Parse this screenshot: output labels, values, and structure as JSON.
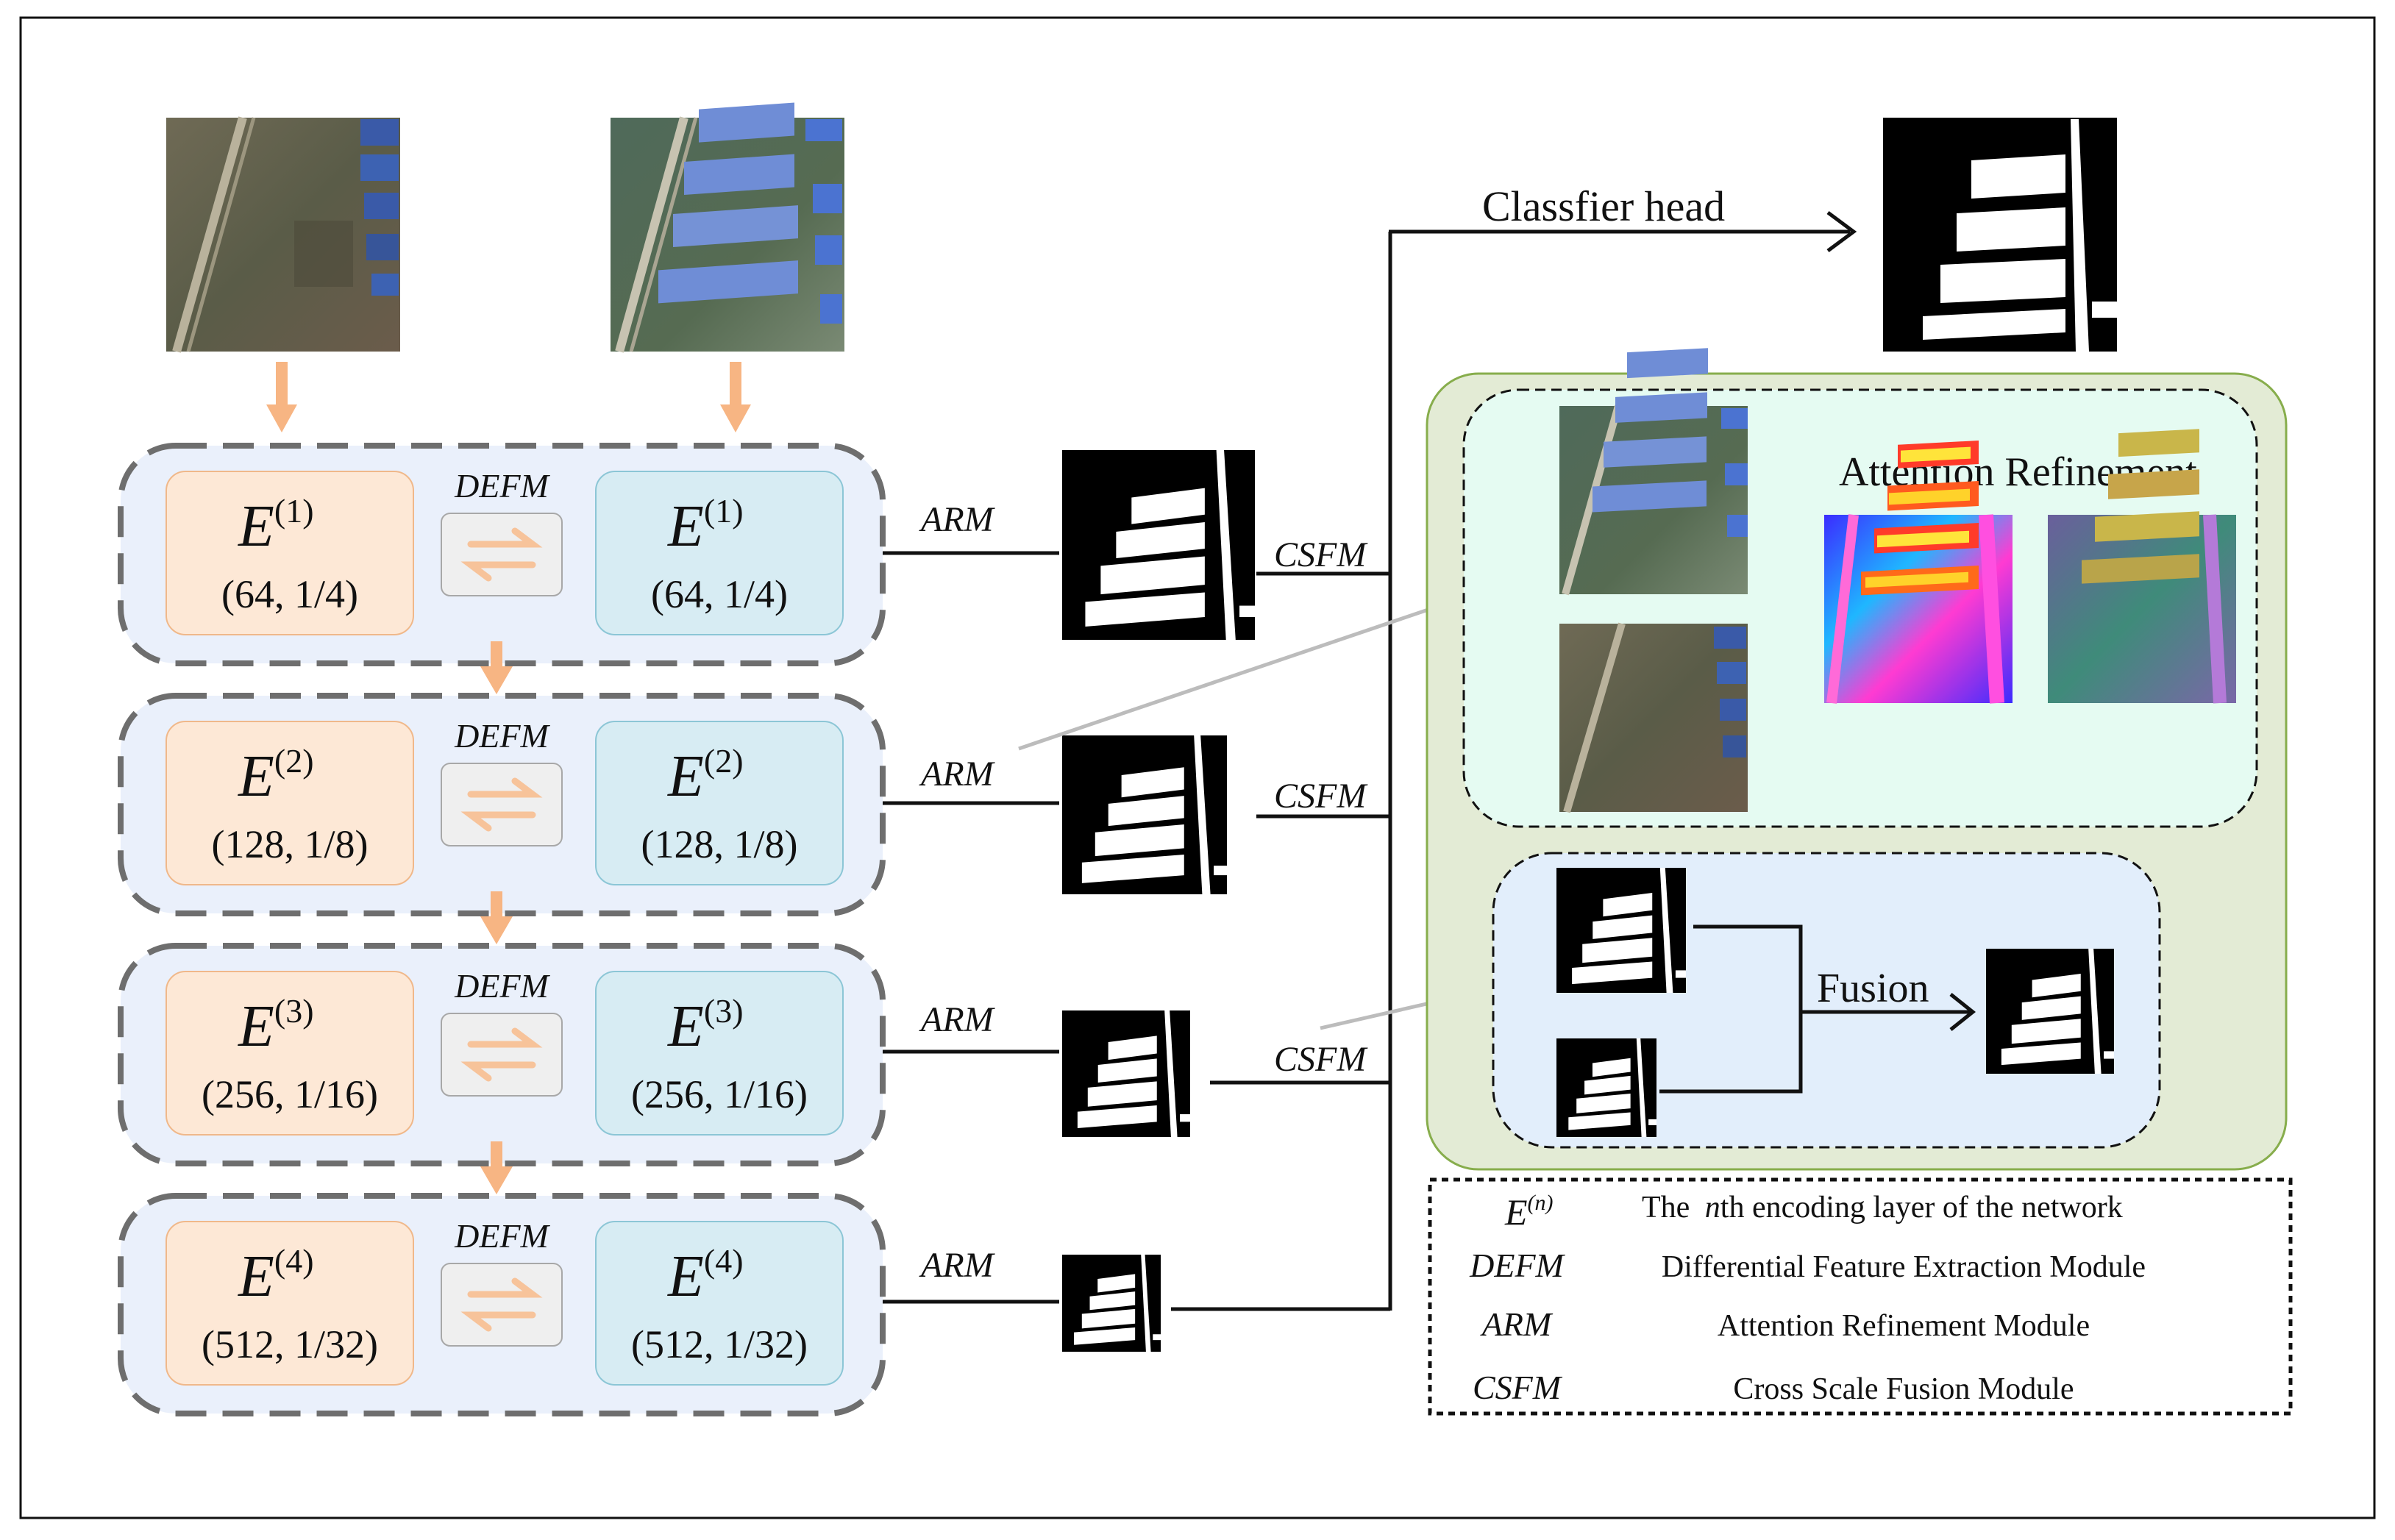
{
  "encoders": [
    {
      "sup": "(1)",
      "spec": "(64, 1/4)"
    },
    {
      "sup": "(2)",
      "spec": "(128, 1/8)"
    },
    {
      "sup": "(3)",
      "spec": "(256, 1/16)"
    },
    {
      "sup": "(4)",
      "spec": "(512, 1/32)"
    }
  ],
  "encoder_symbol": "E",
  "defm_label": "DEFM",
  "arm_label": "ARM",
  "csfm_label": "CSFM",
  "classifier_label": "Classfier head",
  "attention_title": "Attention Refinement",
  "fusion_label": "Fusion",
  "legend": {
    "rows": [
      {
        "symbol": "DEFM",
        "desc": "Differential Feature Extraction Module"
      },
      {
        "symbol": "ARM",
        "desc": "Attention Refinement Module"
      },
      {
        "symbol": "CSFM",
        "desc": "Cross Scale Fusion Module"
      }
    ],
    "encoding_sup": "(n)",
    "encoding_pre": "The",
    "encoding_n": "n",
    "encoding_post": "th encoding layer of the network"
  },
  "colors": {
    "encoder_pre": "#fde8d6",
    "encoder_post": "#d7ecf3",
    "stage_bg": "#eaf0fb",
    "arrow": "#f7b583",
    "green_panel": "#e3ebd5",
    "attn_panel": "#e5fbf2",
    "fusion_panel": "#e2eefb"
  }
}
